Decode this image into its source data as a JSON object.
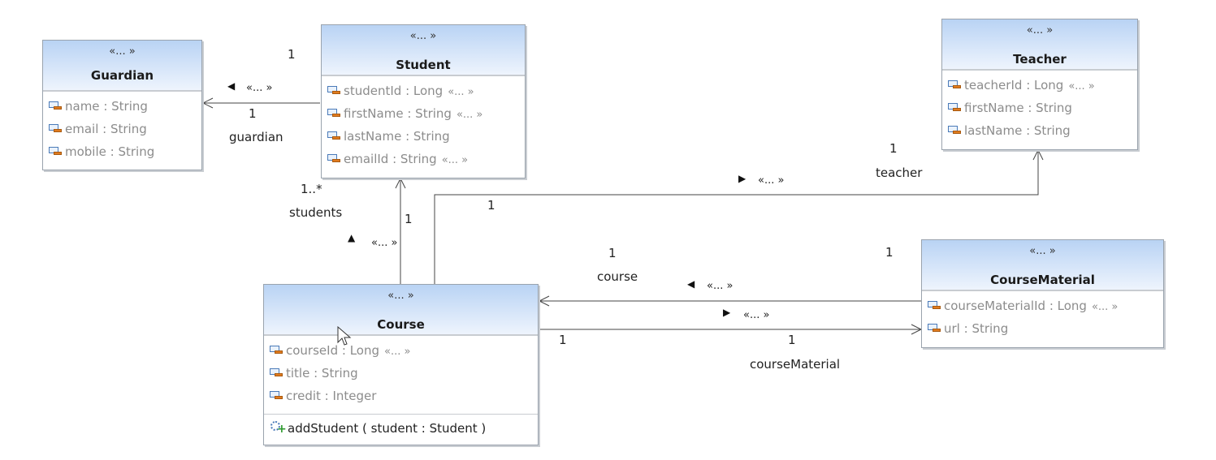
{
  "classes": {
    "guardian": {
      "stereotype": "«... »",
      "name": "Guardian",
      "attributes": [
        {
          "name": "name",
          "type": ": String"
        },
        {
          "name": "email",
          "type": ": String"
        },
        {
          "name": "mobile",
          "type": ": String"
        }
      ]
    },
    "student": {
      "stereotype": "«... »",
      "name": "Student",
      "attributes": [
        {
          "name": "studentId",
          "type": ": Long",
          "stereo": "«... »"
        },
        {
          "name": "firstName",
          "type": ": String",
          "stereo": "«... »"
        },
        {
          "name": "lastName",
          "type": ": String"
        },
        {
          "name": "emailId",
          "type": ": String",
          "stereo": "«... »"
        }
      ]
    },
    "teacher": {
      "stereotype": "«... »",
      "name": "Teacher",
      "attributes": [
        {
          "name": "teacherId",
          "type": ": Long",
          "stereo": "«... »"
        },
        {
          "name": "firstName",
          "type": ": String"
        },
        {
          "name": "lastName",
          "type": ": String"
        }
      ]
    },
    "course": {
      "stereotype": "«... »",
      "name": "Course",
      "attributes": [
        {
          "name": "courseId",
          "type": ": Long",
          "stereo": "«... »"
        },
        {
          "name": "title",
          "type": ": String"
        },
        {
          "name": "credit",
          "type": ": Integer"
        }
      ],
      "operations": [
        {
          "signature": "addStudent ( student : Student )"
        }
      ]
    },
    "coursematerial": {
      "stereotype": "«... »",
      "name": "CourseMaterial",
      "attributes": [
        {
          "name": "courseMaterialId",
          "type": ": Long",
          "stereo": "«... »"
        },
        {
          "name": "url",
          "type": ": String"
        }
      ]
    }
  },
  "associations": {
    "student_guardian": {
      "src_mult": "1",
      "stereo": "«... »",
      "tgt_mult": "1",
      "role": "guardian"
    },
    "course_student": {
      "mult": "1..*",
      "role": "students",
      "stereo": "«... »",
      "tgt_mult": "1"
    },
    "course_teacher": {
      "src_mult": "1",
      "stereo": "«... »",
      "tgt_mult": "1",
      "role": "teacher"
    },
    "material_course": {
      "src_mult": "1",
      "role": "course",
      "stereo": "«... »",
      "tgt_mult": "1"
    },
    "course_material": {
      "src_mult": "1",
      "stereo": "«... »",
      "tgt_mult": "1",
      "role": "courseMaterial"
    }
  }
}
